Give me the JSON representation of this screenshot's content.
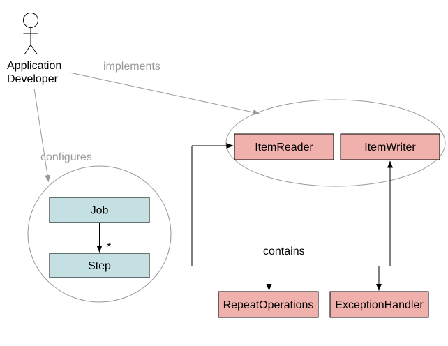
{
  "actor": {
    "name_line1": "Application",
    "name_line2": "Developer"
  },
  "labels": {
    "implements": "implements",
    "configures": "configures",
    "contains": "contains",
    "multiplicity": "*"
  },
  "nodes": {
    "job": {
      "label": "Job"
    },
    "step": {
      "label": "Step"
    },
    "item_reader": {
      "label": "ItemReader"
    },
    "item_writer": {
      "label": "ItemWriter"
    },
    "repeat_operations": {
      "label": "RepeatOperations"
    },
    "exception_handler": {
      "label": "ExceptionHandler"
    }
  },
  "colors": {
    "node_pink": "#f0b0ac",
    "node_blue": "#c5e0e3",
    "gray": "#999999",
    "black": "#000000"
  }
}
